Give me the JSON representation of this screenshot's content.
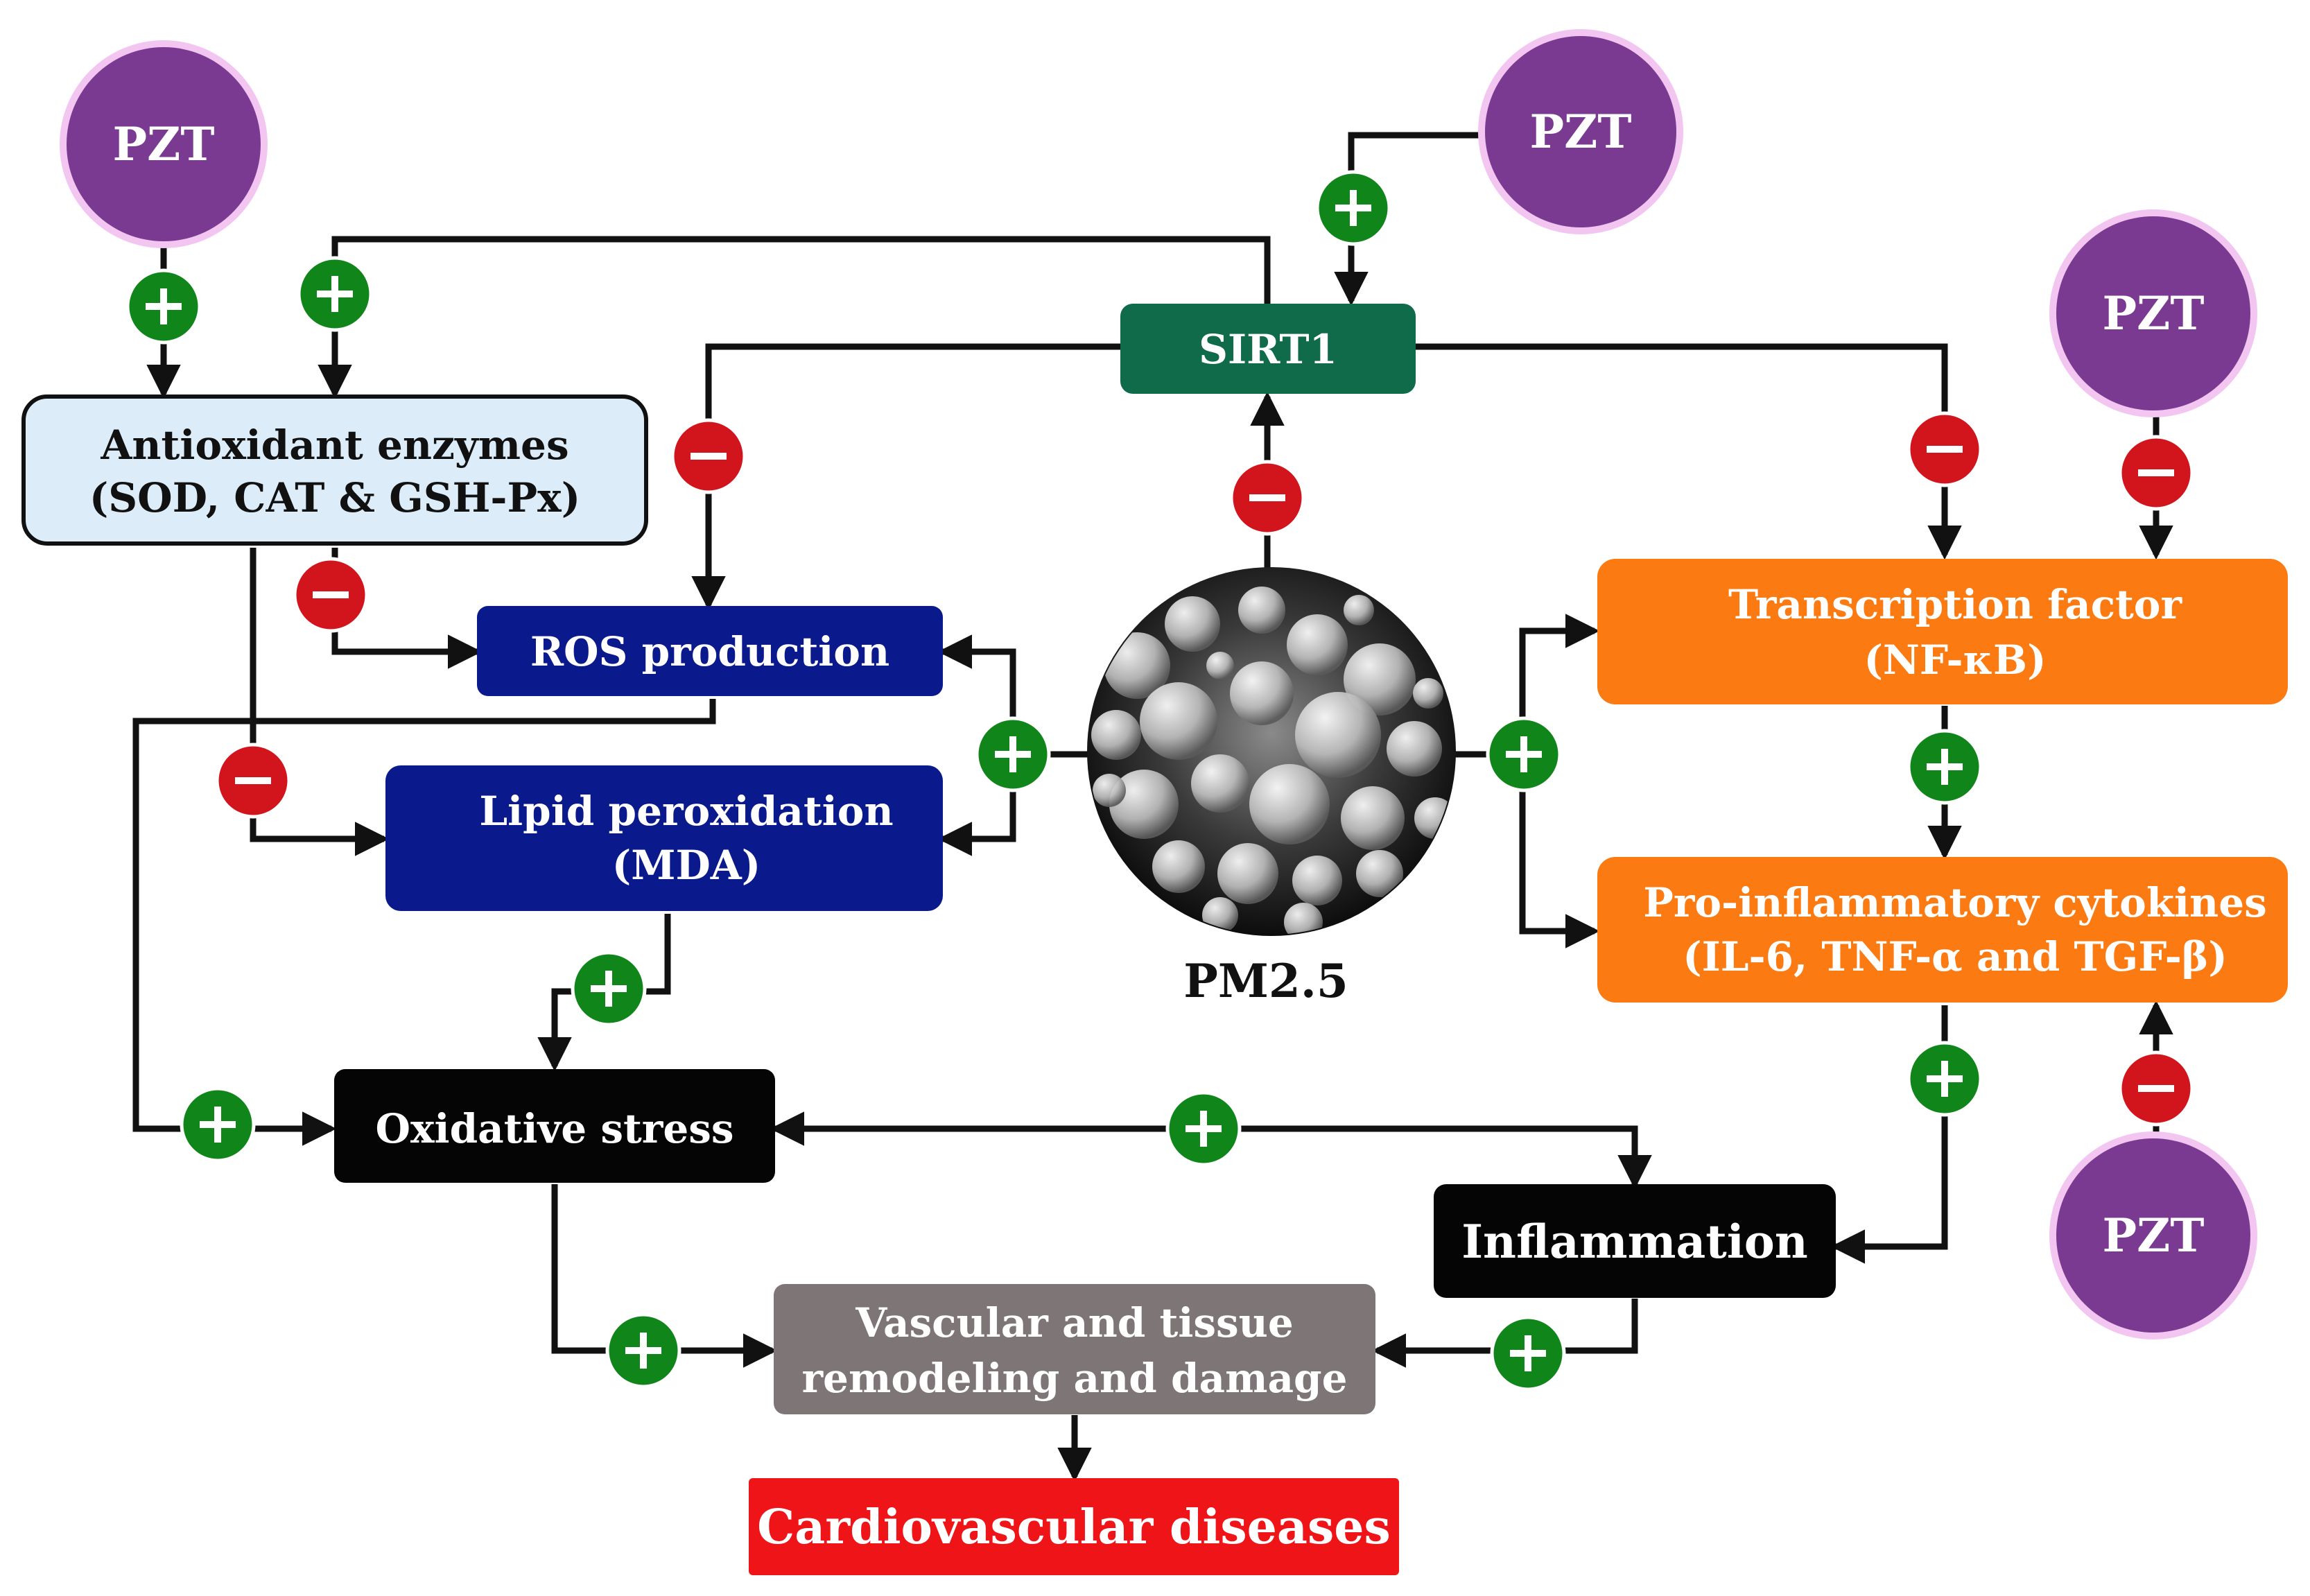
{
  "nodes": {
    "pzt": "PZT",
    "antioxidant": [
      "Antioxidant enzymes",
      "(SOD, CAT & GSH-Px)"
    ],
    "sirt1": "SIRT1",
    "ros": "ROS production",
    "lipid": [
      "Lipid peroxidation",
      "(MDA)"
    ],
    "pm25": "PM2.5",
    "nfkb": [
      "Transcription factor",
      "(NF-κB)"
    ],
    "cytokines": [
      "Pro-inflammatory cytokines",
      "(IL-6, TNF-α and TGF-β)"
    ],
    "oxidative": "Oxidative stress",
    "inflammation": "Inflammation",
    "vascular": [
      "Vascular and tissue",
      "remodeling and damage"
    ],
    "cvd": "Cardiovascular diseases"
  },
  "signs": {
    "plus": "+",
    "minus": "−"
  },
  "colors": {
    "pzt_fill": "#7b3a91",
    "pzt_ring": "#f3c6f2",
    "antioxidant_fill": "#dcecf8",
    "sirt1_fill": "#0f6b4a",
    "blue_box": "#0a1a8c",
    "orange_box": "#fc7a12",
    "black_box": "#050505",
    "gray_box": "#7e7676",
    "red_box": "#ee1418",
    "plus_green": "#10861a",
    "minus_red": "#d2141c"
  },
  "icons": {
    "pm25_particle": "particle-cluster-icon"
  }
}
